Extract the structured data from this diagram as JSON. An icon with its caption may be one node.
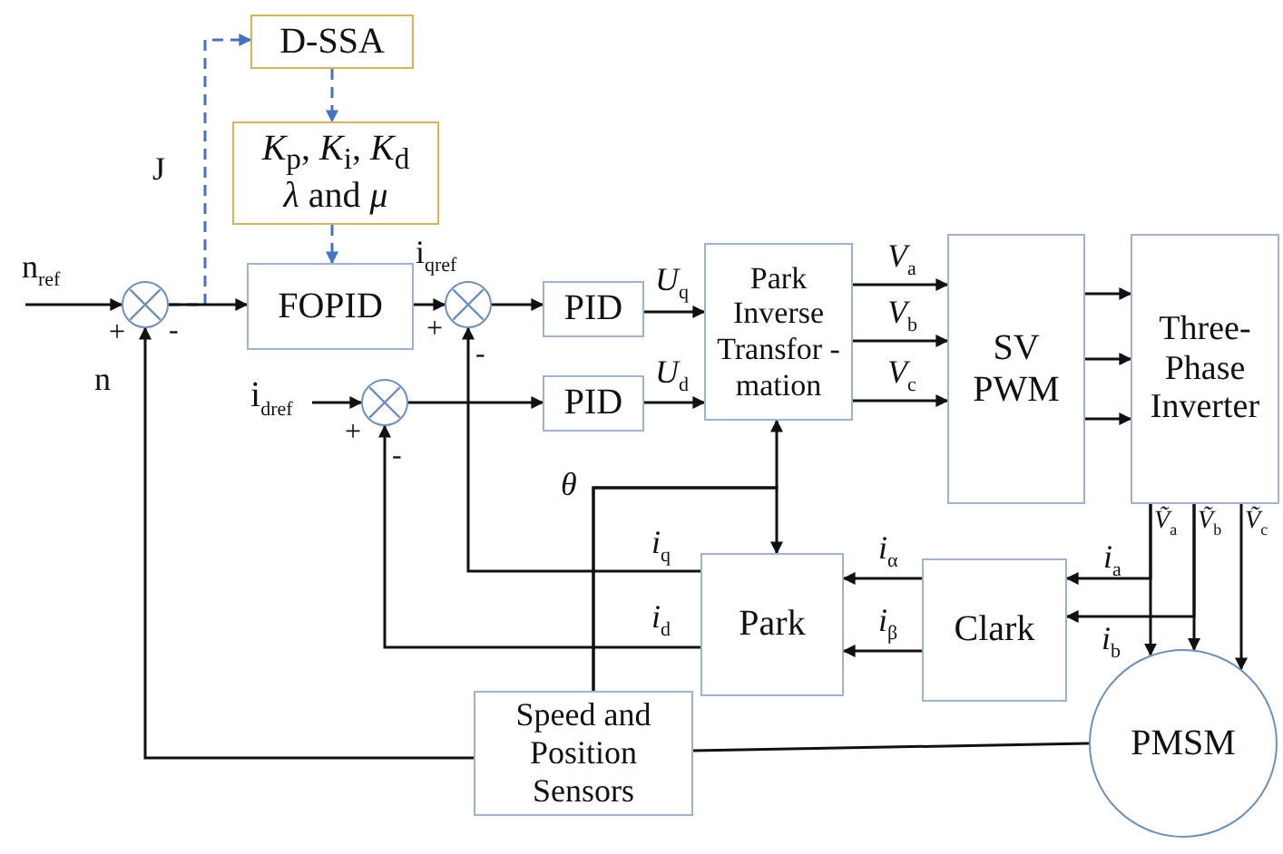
{
  "diagram": {
    "nodes": [
      {
        "text": [
          "D-SSA"
        ]
      },
      {
        "text": [
          "*K*$_{p}$, *K*$_{i}$, *K*$_{d}$ *λ* and *μ*"
        ]
      },
      {
        "text": [
          "FOPID"
        ]
      },
      {
        "text": [],
        "shape": "circle"
      },
      {
        "text": [],
        "shape": "circle"
      },
      {
        "text": [],
        "shape": "circle"
      },
      {
        "text": [
          "PID"
        ]
      },
      {
        "text": [
          "PID"
        ]
      },
      {
        "text": [
          "Park Inverse Transfor -mation"
        ]
      },
      {
        "text": [
          "SV PWM"
        ]
      },
      {
        "text": [
          "Three-Phase Inverter"
        ]
      },
      {
        "text": [
          "Park"
        ]
      },
      {
        "text": [
          "Clark"
        ]
      },
      {
        "text": [
          "Speed and Position Sensors"
        ]
      },
      {
        "text": [
          "PMSM"
        ]
      }
    ],
    "edges": [
      {
        "from": 3,
        "to": 0,
        "arrow": "to",
        "label": "J",
        "style": "dashed",
        "color": "#4472c4"
      },
      {
        "from": 0,
        "to": 1,
        "arrow": "to",
        "style": "dashed",
        "color": "#4472c4"
      },
      {
        "from": 1,
        "to": 2,
        "arrow": "to",
        "style": "dashed",
        "color": "#4472c4"
      },
      {
        "from": null,
        "to": 3,
        "arrow": "to",
        "label": "n$_{ref}$"
      },
      {
        "from": 3,
        "to": 2,
        "arrow": "to"
      },
      {
        "from": 2,
        "to": 4,
        "arrow": "to",
        "label": "i$_{qref}$"
      },
      {
        "from": 4,
        "to": 6,
        "arrow": "to"
      },
      {
        "from": null,
        "to": 5,
        "arrow": "to",
        "label": "i$_{dref}$"
      },
      {
        "from": 5,
        "to": 7,
        "arrow": "to"
      },
      {
        "from": 6,
        "to": 8,
        "arrow": "to",
        "label": "*U*$_{q}$"
      },
      {
        "from": 7,
        "to": 8,
        "arrow": "to",
        "label": "*U*$_{d}$"
      },
      {
        "from": 8,
        "to": 9,
        "arrow": "to",
        "label": "*V*$_{a}$"
      },
      {
        "from": 8,
        "to": 9,
        "arrow": "to",
        "label": "*V*$_{b}$"
      },
      {
        "from": 8,
        "to": 9,
        "arrow": "to",
        "label": "*V*$_{c}$"
      },
      {
        "from": 9,
        "to": 10,
        "arrow": "to"
      },
      {
        "from": 9,
        "to": 10,
        "arrow": "to"
      },
      {
        "from": 9,
        "to": 10,
        "arrow": "to"
      },
      {
        "from": 10,
        "to": 14,
        "arrow": "to",
        "label": "*Ṽ*$_{a}$"
      },
      {
        "from": 10,
        "to": 14,
        "arrow": "to",
        "label": "*Ṽ*$_{b}$"
      },
      {
        "from": 10,
        "to": 14,
        "arrow": "to",
        "label": "*Ṽ*$_{c}$"
      },
      {
        "from": 10,
        "to": 12,
        "arrow": "to",
        "label": "*i*$_{a}$"
      },
      {
        "from": 10,
        "to": 12,
        "arrow": "to",
        "label": "*i*$_{b}$"
      },
      {
        "from": 12,
        "to": 11,
        "arrow": "to",
        "label": "*i*$_{α}$"
      },
      {
        "from": 12,
        "to": 11,
        "arrow": "to",
        "label": "*i*$_{β}$"
      },
      {
        "from": 11,
        "to": 4,
        "arrow": "to",
        "label": "*i*$_{q}$"
      },
      {
        "from": 11,
        "to": 5,
        "arrow": "to",
        "label": "*i*$_{d}$"
      },
      {
        "from": 13,
        "to": 8,
        "arrow": "to",
        "label": "*θ*"
      },
      {
        "from": 13,
        "to": 11,
        "arrow": "to"
      },
      {
        "from": 13,
        "to": 3,
        "arrow": "to",
        "label": "n"
      },
      {
        "from": 14,
        "to": 13,
        "arrow": "none"
      }
    ],
    "labels": [
      "+",
      "-",
      "+",
      "-",
      "+",
      "-"
    ]
  }
}
